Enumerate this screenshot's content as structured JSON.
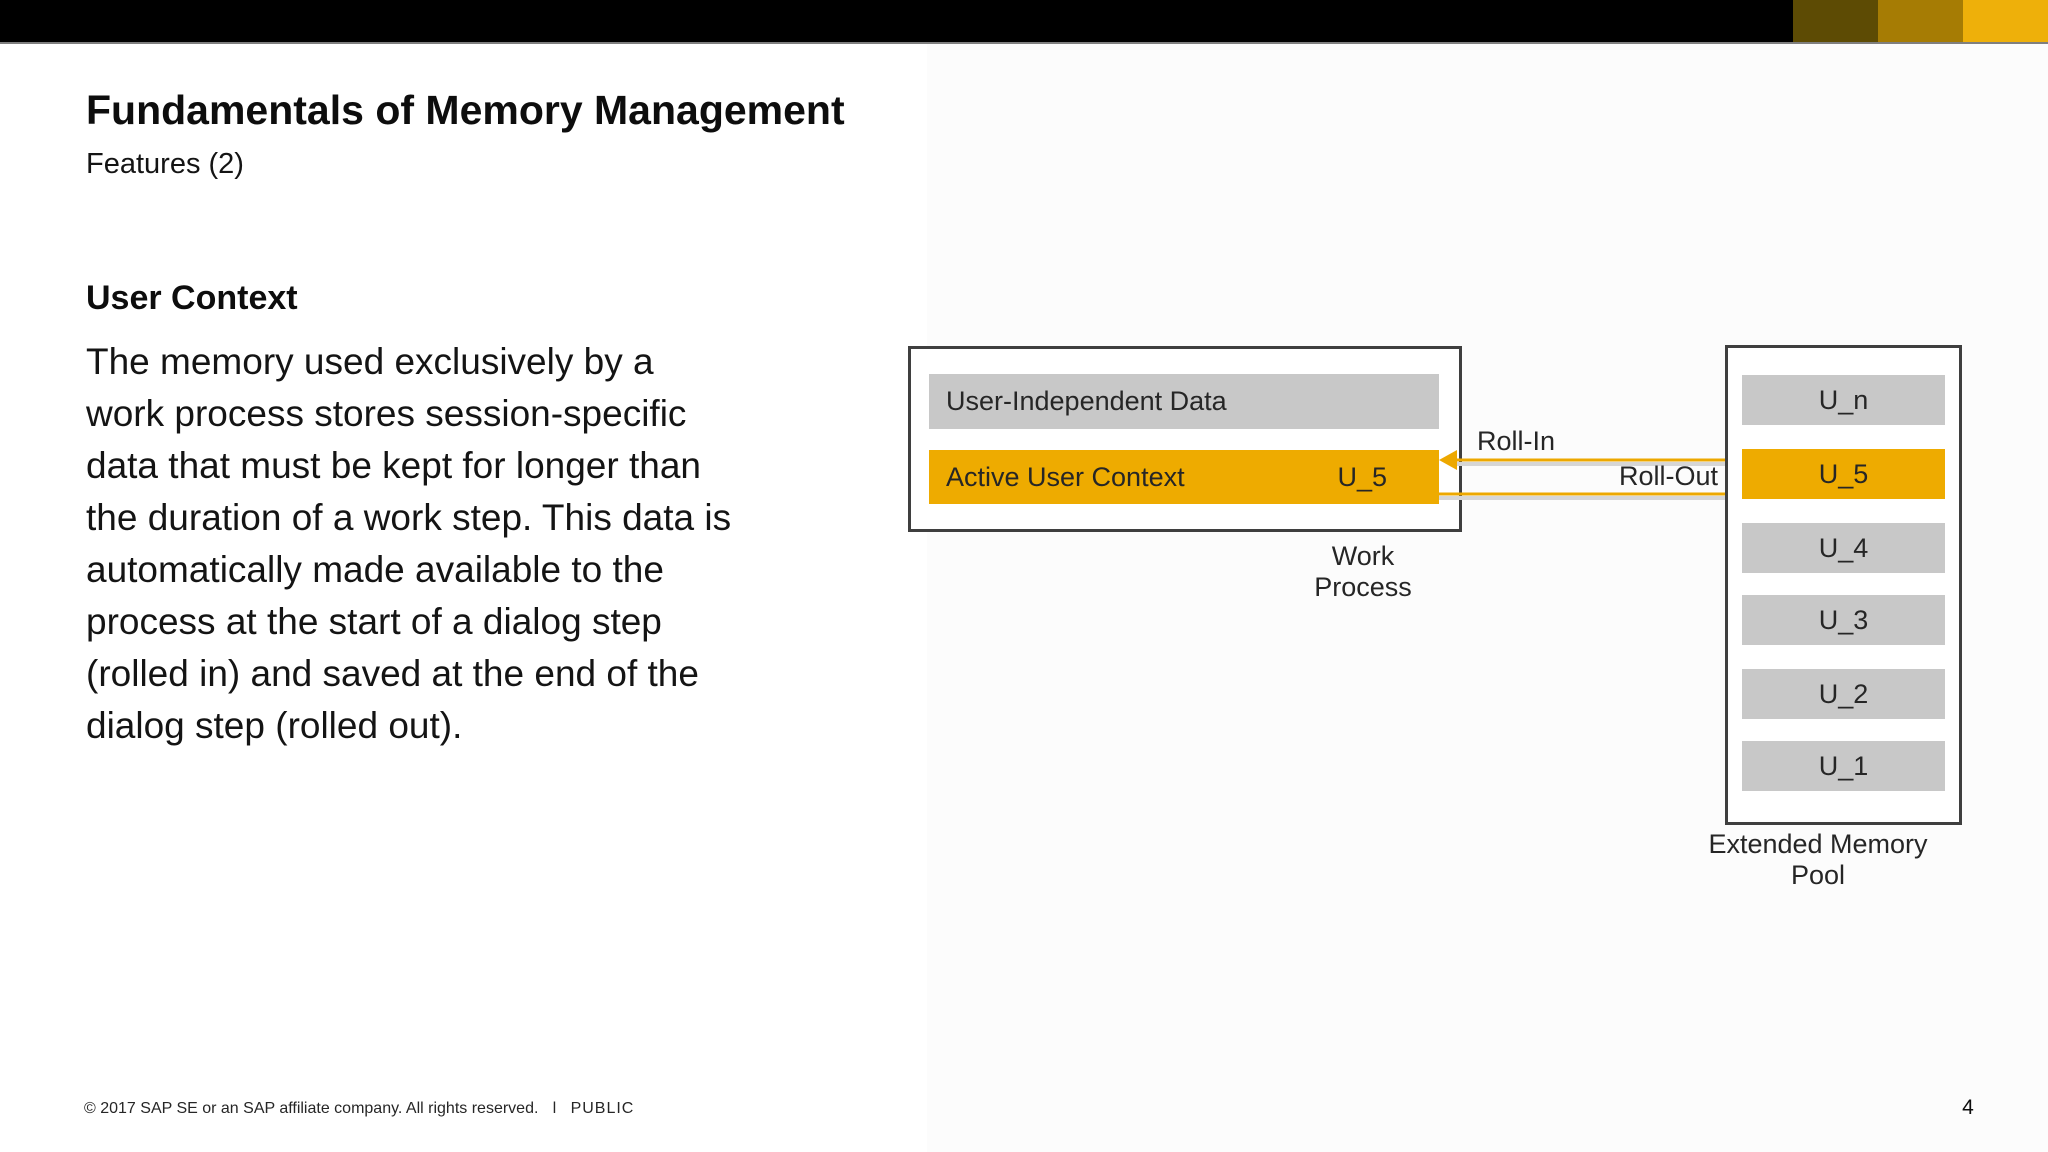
{
  "slide": {
    "title": "Fundamentals of Memory Management",
    "subtitle": "Features (2)",
    "section_heading": "User Context",
    "paragraph_lines": [
      "The memory used exclusively by a",
      "work process stores session-specific",
      "data that must be kept for longer than",
      "the duration of a work step. This data is",
      "automatically made available to the",
      "process at the start of a dialog step",
      "(rolled in) and saved at the end of the",
      "dialog step (rolled out)."
    ]
  },
  "diagram": {
    "work_process": {
      "independent_bar_label": "User-Independent Data",
      "active_bar_label": "Active User Context",
      "active_bar_value": "U_5",
      "caption_line1": "Work",
      "caption_line2": "Process"
    },
    "arrows": {
      "roll_in_label": "Roll-In",
      "roll_out_label": "Roll-Out"
    },
    "memory_pool": {
      "caption": "Extended Memory Pool",
      "slots": [
        {
          "label": "U_n",
          "active": false
        },
        {
          "label": "U_5",
          "active": true
        },
        {
          "label": "U_4",
          "active": false
        },
        {
          "label": "U_3",
          "active": false
        },
        {
          "label": "U_2",
          "active": false
        },
        {
          "label": "U_1",
          "active": false
        }
      ]
    }
  },
  "footer": {
    "copyright": "© 2017 SAP SE or an SAP affiliate company. All rights reserved.",
    "separator": "ǀ",
    "visibility": "PUBLIC",
    "page_number": "4"
  },
  "colors": {
    "accent_gold": "#eeab00",
    "bar_gray": "#c8c8c8",
    "box_border": "#3f3f3f",
    "ribbon_dark": "#5d4b04",
    "ribbon_mid": "#a67c04",
    "ribbon_bright": "#eeb00a",
    "topbar_black": "#000000"
  }
}
